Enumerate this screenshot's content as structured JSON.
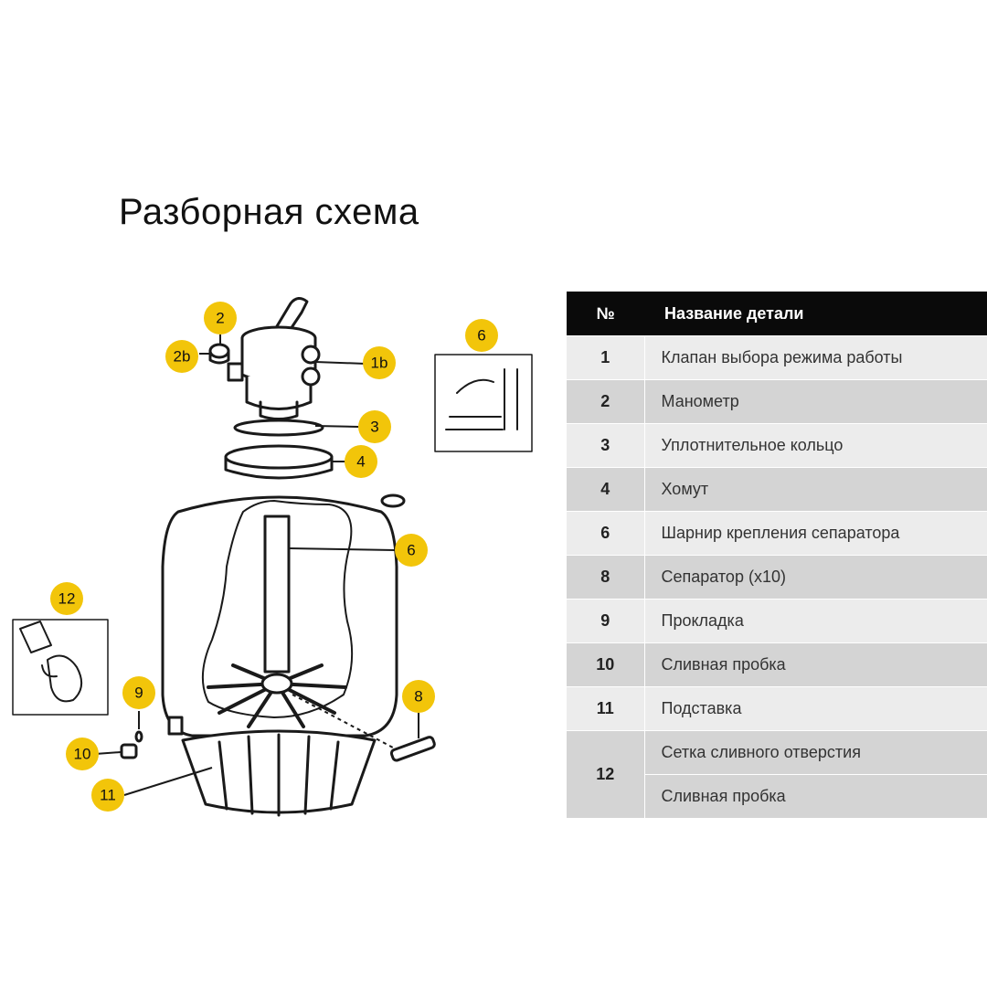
{
  "title": "Разборная схема",
  "table": {
    "header_no": "№",
    "header_name": "Название детали",
    "rows": [
      {
        "no": "1",
        "name": "Клапан выбора режима работы"
      },
      {
        "no": "2",
        "name": "Манометр"
      },
      {
        "no": "3",
        "name": "Уплотнительное кольцо"
      },
      {
        "no": "4",
        "name": "Хомут"
      },
      {
        "no": "6",
        "name": "Шарнир крепления сепаратора"
      },
      {
        "no": "8",
        "name": "Сепаратор (x10)"
      },
      {
        "no": "9",
        "name": "Прокладка"
      },
      {
        "no": "10",
        "name": "Сливная пробка"
      },
      {
        "no": "11",
        "name": "Подставка"
      }
    ],
    "row12": {
      "no": "12",
      "name_a": "Сетка сливного отверстия",
      "name_b": "Сливная пробка"
    }
  },
  "callouts": {
    "c2": "2",
    "c2b": "2b",
    "c1b": "1b",
    "c3": "3",
    "c4": "4",
    "c6_inset": "6",
    "c6": "6",
    "c12": "12",
    "c9": "9",
    "c8": "8",
    "c10": "10",
    "c11": "11"
  },
  "colors": {
    "callout": "#f2c50a",
    "header_bg": "#0a0a0a",
    "row_dark": "#d4d4d4",
    "row_light": "#ececec"
  }
}
